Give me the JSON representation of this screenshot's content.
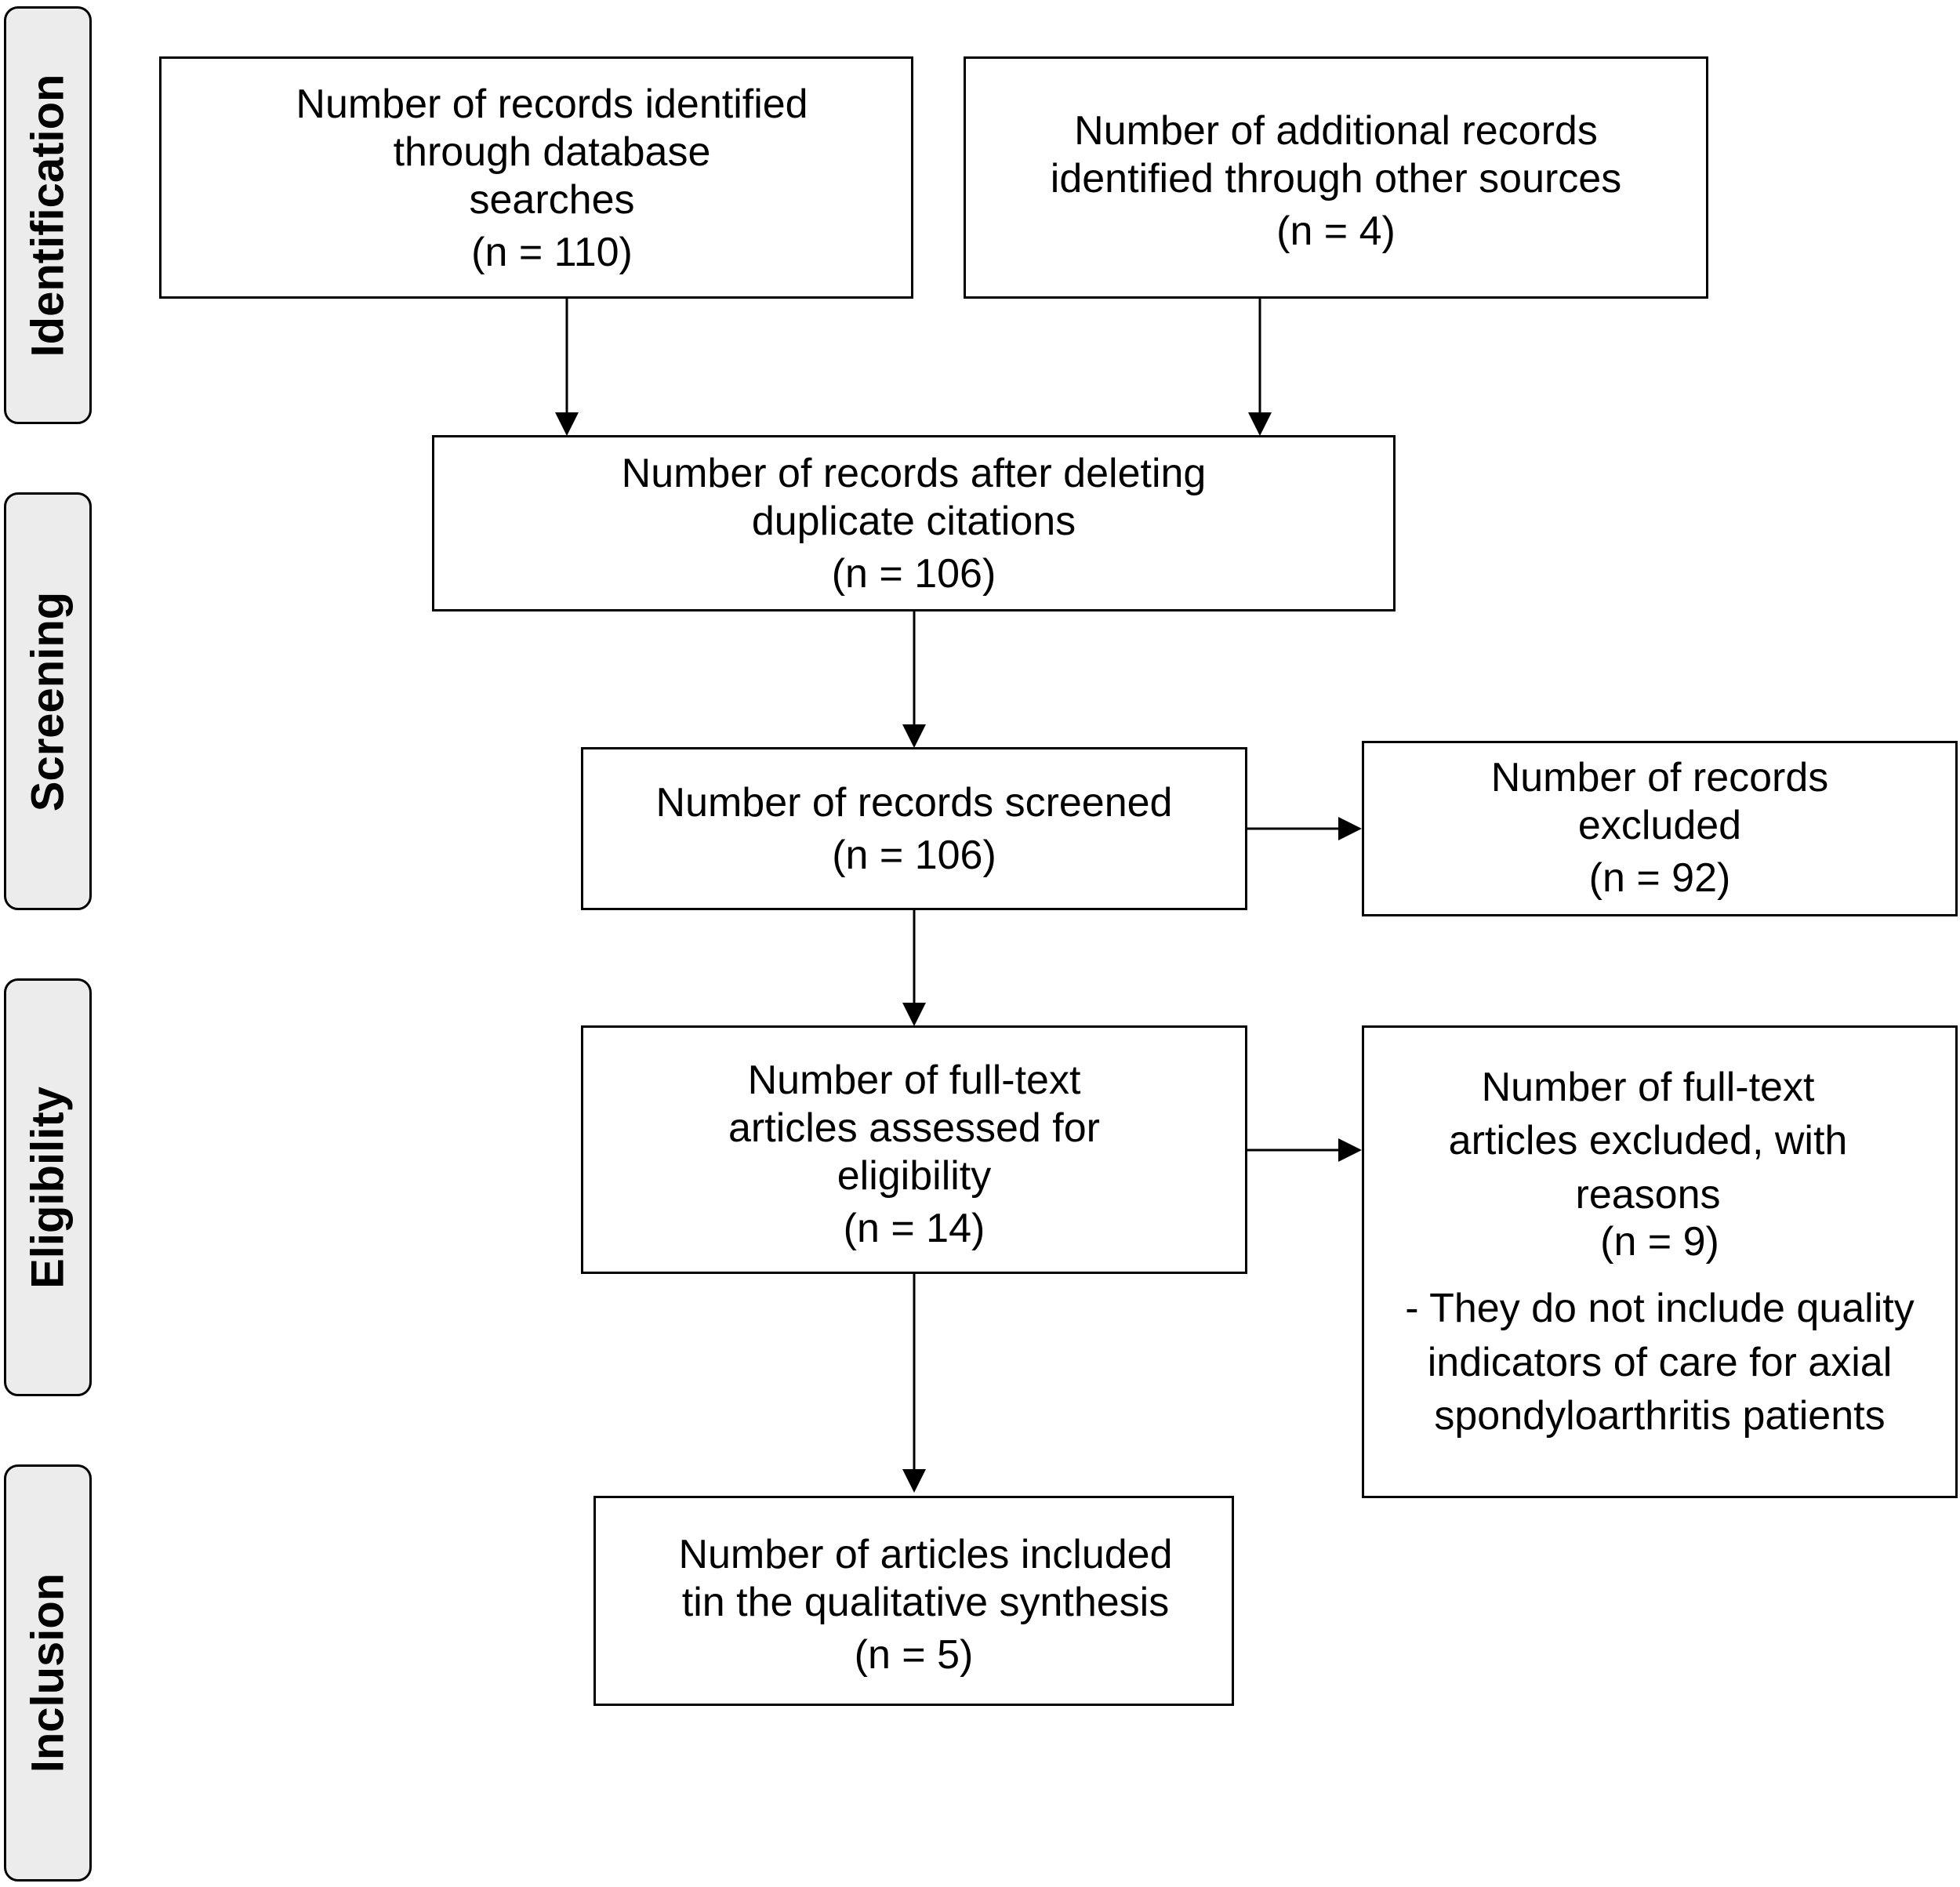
{
  "phases": {
    "identification": "Identification",
    "screening": "Screening",
    "eligibility": "Eligibility",
    "inclusion": "Inclusion"
  },
  "boxes": {
    "database_records": {
      "lines": [
        "Number of records identified",
        "through database",
        "searches"
      ],
      "n": "(n =  110)"
    },
    "additional_records": {
      "lines": [
        "Number of additional records",
        "identified through other sources"
      ],
      "n": "(n = 4)"
    },
    "after_duplicates": {
      "lines": [
        "Number of records after deleting",
        "duplicate citations"
      ],
      "n": "(n = 106)"
    },
    "screened": {
      "lines": [
        "Number of records screened"
      ],
      "n": "(n = 106)"
    },
    "excluded_records": {
      "lines": [
        "Number of records",
        "excluded"
      ],
      "n": "(n =  92)"
    },
    "fulltext_assessed": {
      "lines": [
        "Number of full-text",
        "articles assessed for",
        "eligibility"
      ],
      "n": "(n = 14)"
    },
    "fulltext_excluded": {
      "lines": [
        "Number of full-text",
        "articles excluded, with",
        "reasons"
      ],
      "n": "(n = 9)",
      "reason_lines": [
        "- They do not include quality",
        "indicators of care for axial",
        "spondyloarthritis patients"
      ]
    },
    "included": {
      "lines": [
        "Number of articles included",
        "tin the qualitative synthesis"
      ],
      "n": "(n = 5)"
    }
  },
  "colors": {
    "phase_fill": "#ececec",
    "stroke": "#000000",
    "box_fill": "#ffffff"
  }
}
